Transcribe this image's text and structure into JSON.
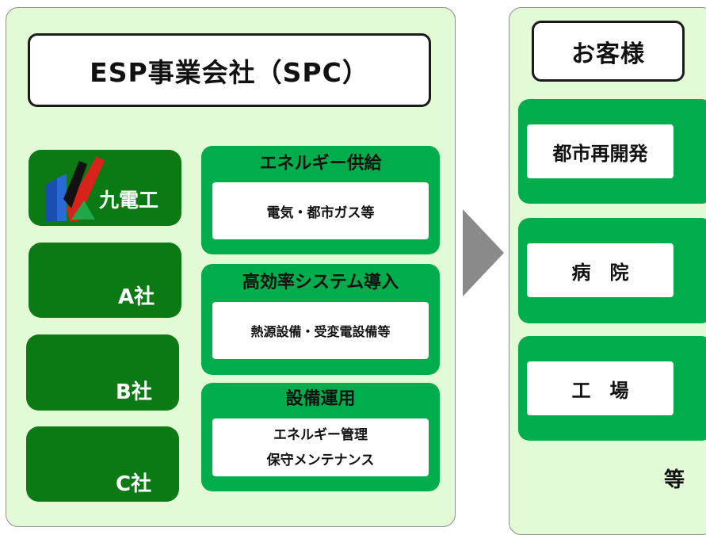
{
  "colors": {
    "panel_bg": "#e2fbd6",
    "dark_green": "#0b7a14",
    "bright_green": "#00ad4c",
    "arrow_gray": "#8a8a8a"
  },
  "left": {
    "title": "ESP事業会社（SPC）",
    "companies": [
      {
        "label": "九電工",
        "logo": "kyudenko-logo"
      },
      {
        "label": "A社"
      },
      {
        "label": "B社"
      },
      {
        "label": "C社"
      }
    ],
    "services": [
      {
        "header": "エネルギー供給",
        "lines": [
          "電気・都市ガス等"
        ]
      },
      {
        "header": "高効率システム導入",
        "lines": [
          "熱源設備・受変電設備等"
        ]
      },
      {
        "header": "設備運用",
        "lines": [
          "エネルギー管理",
          "保守メンテナンス"
        ]
      }
    ]
  },
  "arrow": {
    "icon": "right-arrow-icon"
  },
  "right": {
    "title": "お客様",
    "customers": [
      "都市再開発",
      "病　院",
      "工　場"
    ],
    "etc": "等"
  }
}
